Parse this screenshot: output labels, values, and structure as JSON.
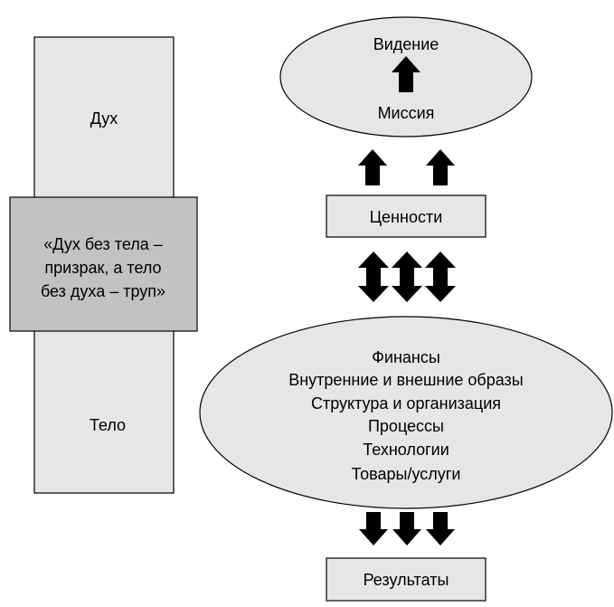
{
  "left_column": {
    "top_label": "Дух",
    "quote_lines": [
      "«Дух без тела –",
      "призрак, а тело",
      "без духа – труп»"
    ],
    "bottom_label": "Тело"
  },
  "vision_ellipse": {
    "top": "Видение",
    "bottom": "Миссия"
  },
  "values_box": "Ценности",
  "main_ellipse": {
    "lines": [
      "Финансы",
      "Внутренние и внешние образы",
      "Структура и организация",
      "Процессы",
      "Технологии",
      "Товары/услуги"
    ]
  },
  "results_box": "Результаты",
  "colors": {
    "light_fill": "#e6e6e6",
    "quote_fill": "#c2c2c2",
    "stroke": "#000000",
    "arrow": "#000000"
  }
}
